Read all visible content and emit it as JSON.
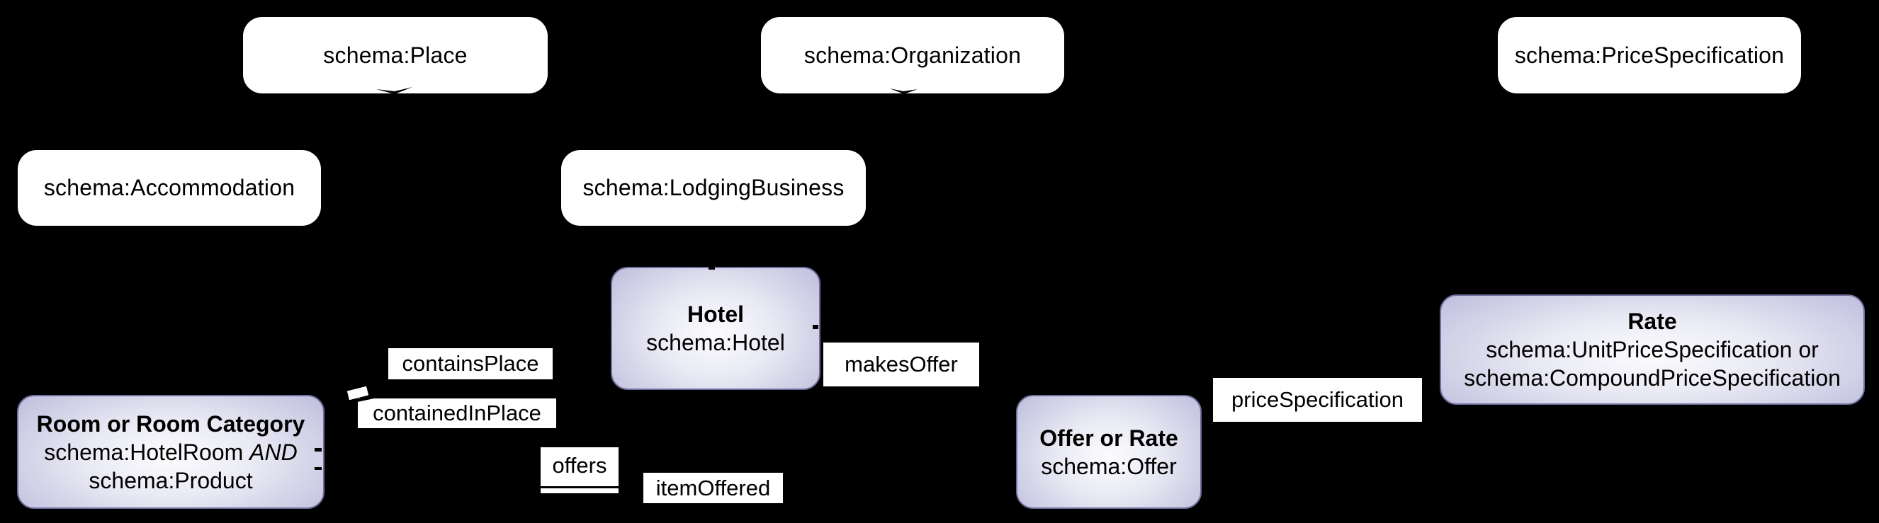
{
  "figure": {
    "type": "schema-ontology-diagram",
    "background": "#000000"
  },
  "colors": {
    "class_box_fill": "#ffffff",
    "instance_box_border": "#6f6f9c",
    "instance_gradient_center": "#fcfcfe",
    "instance_gradient_edge": "#b5b5d9",
    "edge_label_bg": "#ffffff",
    "text": "#000000",
    "connector": "#000000"
  },
  "nodes": {
    "place": {
      "label": "schema:Place"
    },
    "organization": {
      "label": "schema:Organization"
    },
    "price_specification_class": {
      "label": "schema:PriceSpecification"
    },
    "accommodation": {
      "label": "schema:Accommodation"
    },
    "lodging_business": {
      "label": "schema:LodgingBusiness"
    },
    "hotel": {
      "title": "Hotel",
      "subtitle": "schema:Hotel"
    },
    "room": {
      "title": "Room or Room Category",
      "line2_text": "schema:HotelRoom",
      "line2_italic": "AND",
      "line3": "schema:Product"
    },
    "offer": {
      "title": "Offer or Rate",
      "subtitle": "schema:Offer"
    },
    "rate": {
      "title": "Rate",
      "line2": "schema:UnitPriceSpecification or",
      "line3": "schema:CompoundPriceSpecification"
    }
  },
  "edge_labels": {
    "contains_place": "containsPlace",
    "contained_in_place": "containedInPlace",
    "offers": "offers",
    "item_offered": "itemOffered",
    "makes_offer": "makesOffer",
    "price_specification": "priceSpecification"
  }
}
